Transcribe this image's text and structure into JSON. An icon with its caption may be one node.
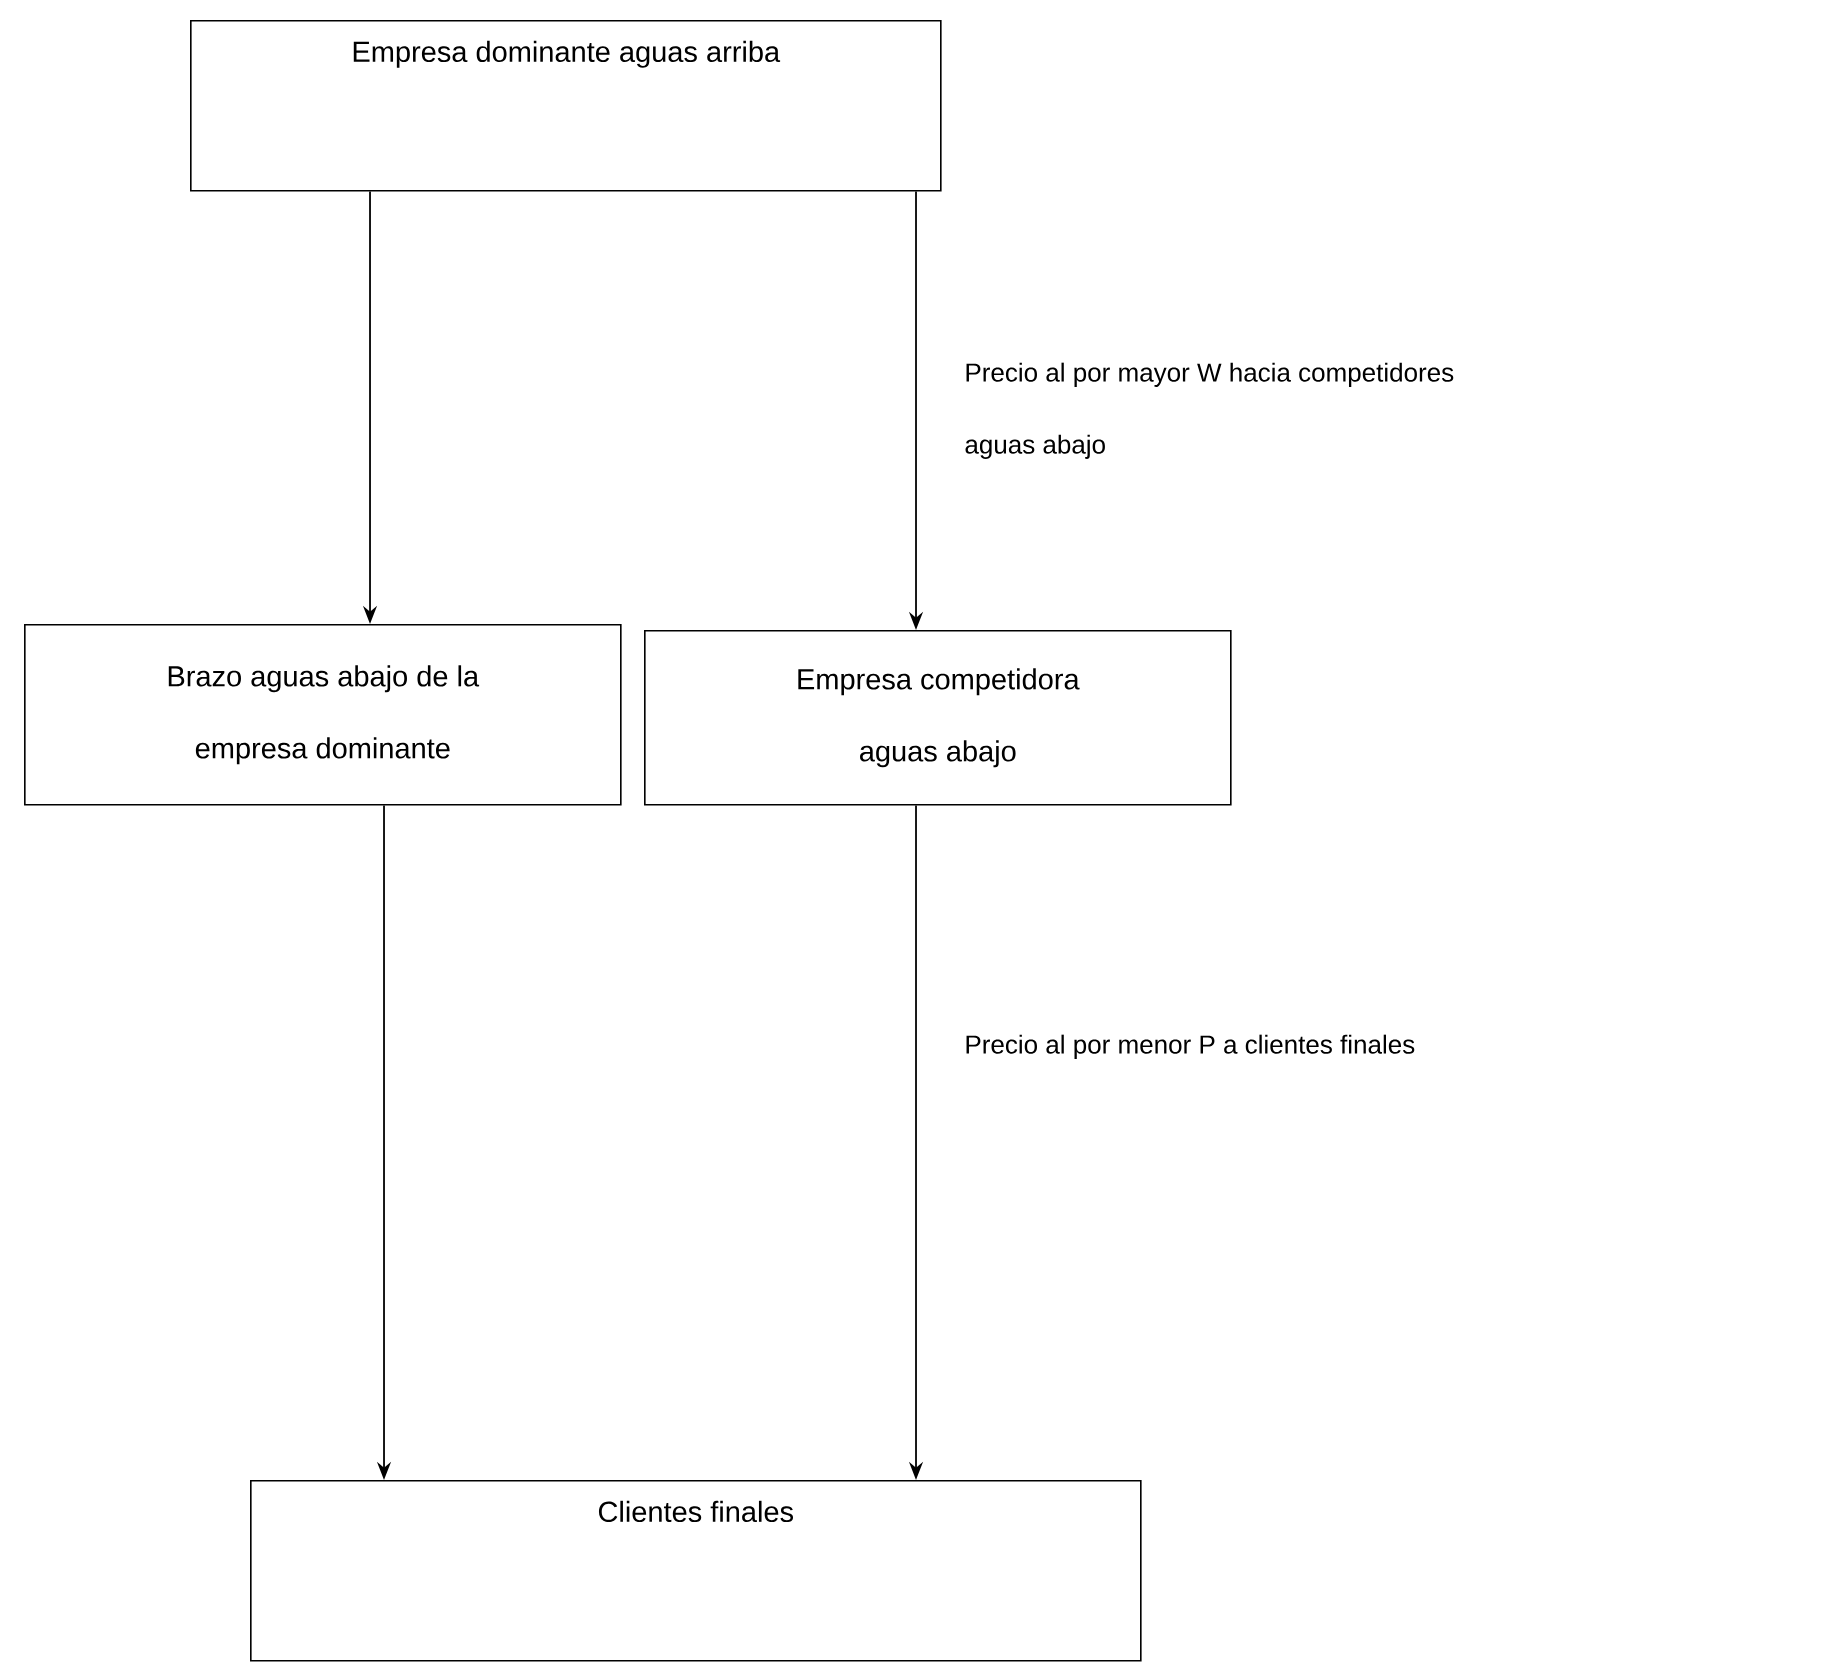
{
  "diagram": {
    "nodes": [
      {
        "text": [
          "Empresa dominante aguas arriba"
        ]
      },
      {
        "text": [
          "Brazo aguas abajo de la empresa dominante"
        ]
      },
      {
        "text": [
          "Empresa competidora aguas abajo"
        ]
      },
      {
        "text": [
          "Clientes finales"
        ]
      }
    ],
    "edges": [
      {
        "from": 0,
        "to": 1,
        "arrow": "to"
      },
      {
        "from": 0,
        "to": 2,
        "arrow": "to",
        "label": "Precio al por mayor W hacia competidores aguas abajo"
      },
      {
        "from": 1,
        "to": 3,
        "arrow": "to"
      },
      {
        "from": 2,
        "to": 3,
        "arrow": "to",
        "label": "Precio al por menor P a clientes finales"
      }
    ]
  }
}
